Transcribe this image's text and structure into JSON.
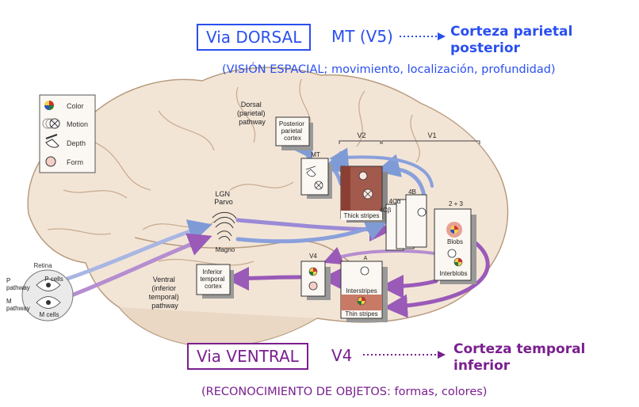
{
  "dorsal": {
    "box_label": "Via DORSAL",
    "area": "MT (V5)",
    "target_line1": "Corteza parietal",
    "target_line2": "posterior",
    "function": "(VISIÓN ESPACIAL; movimiento, localización, profundidad)",
    "color": "#2a4ff0"
  },
  "ventral": {
    "box_label": "Via VENTRAL",
    "area": "V4",
    "target_line1": "Corteza temporal",
    "target_line2": "inferior",
    "function": "(RECONOCIMIENTO DE OBJETOS: formas, colores)",
    "color": "#7a1f8f"
  },
  "legend": [
    "Color",
    "Motion",
    "Depth",
    "Form"
  ],
  "labels": {
    "dorsal_pathway": [
      "Dorsal",
      "(parietal)",
      "pathway"
    ],
    "posterior_parietal": [
      "Posterior",
      "parietal",
      "cortex"
    ],
    "v2": "V2",
    "v1": "V1",
    "mt": "MT",
    "thick_stripes": "Thick stripes",
    "layer_4b": "4B",
    "layer_4ca": "4Cα",
    "layer_4cb": "4Cβ",
    "layer_2_3": "2 + 3",
    "blobs": "Blobs",
    "interblobs": "Interblobs",
    "lgn": [
      "LGN",
      "Parvo"
    ],
    "magno": "Magno",
    "v4": "V4",
    "pale_a": "A",
    "interstripes": "Interstripes",
    "thin_stripes": "Thin stripes",
    "inferior_temporal": [
      "Inferior",
      "temporal",
      "cortex"
    ],
    "ventral_pathway": [
      "Ventral",
      "(inferior",
      "temporal)",
      "pathway"
    ],
    "retina": "Retina",
    "p_cells": "P cells",
    "m_cells": "M cells",
    "p_pathway": [
      "P",
      "pathway"
    ],
    "m_pathway": [
      "M",
      "pathway"
    ]
  }
}
